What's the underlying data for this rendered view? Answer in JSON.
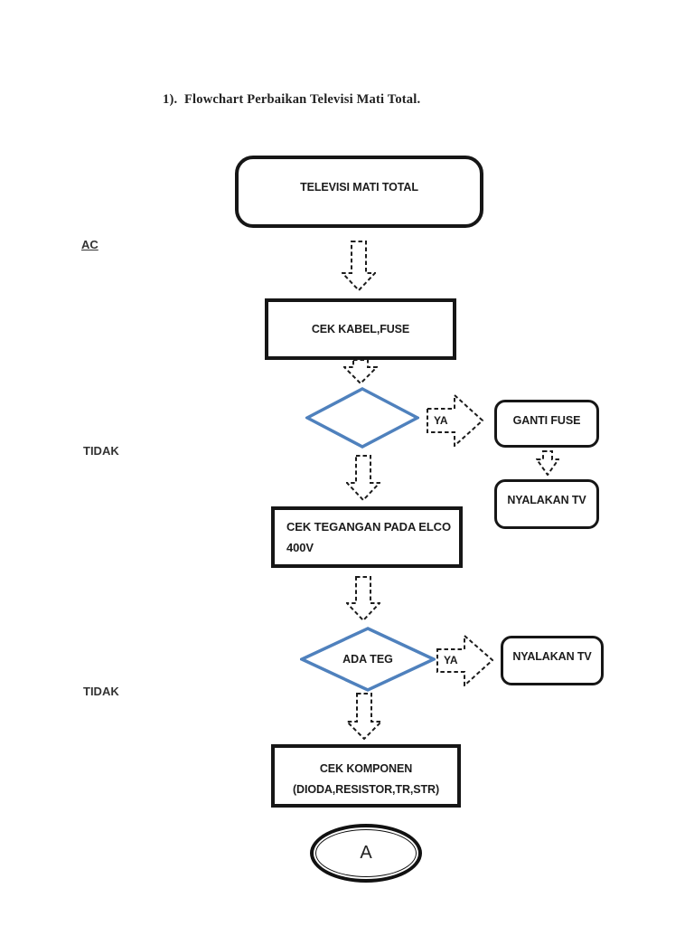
{
  "title": "1).  Flowchart Perbaikan Televisi Mati Total.",
  "side_labels": {
    "ac": "AC",
    "tidak_1": "TIDAK",
    "tidak_2": "TIDAK"
  },
  "connectors": {
    "ya_1": "YA",
    "ya_2": "YA"
  },
  "nodes": {
    "start": "TELEVISI MATI TOTAL",
    "cek_kabel": "CEK KABEL,FUSE",
    "ganti_fuse": "GANTI FUSE",
    "nyalakan_tv_1": "NYALAKAN TV",
    "cek_tegangan": {
      "line1": "CEK TEGANGAN PADA ELCO",
      "line2": "400V"
    },
    "ada_teg": "ADA TEG",
    "nyalakan_tv_2": "NYALAKAN TV",
    "cek_komponen": {
      "line1": "CEK KOMPONEN",
      "line2": "(DIODA,RESISTOR,TR,STR)"
    },
    "connector_a": "A"
  },
  "colors": {
    "decision_stroke": "#4f81bd",
    "shape_stroke": "#161616"
  }
}
